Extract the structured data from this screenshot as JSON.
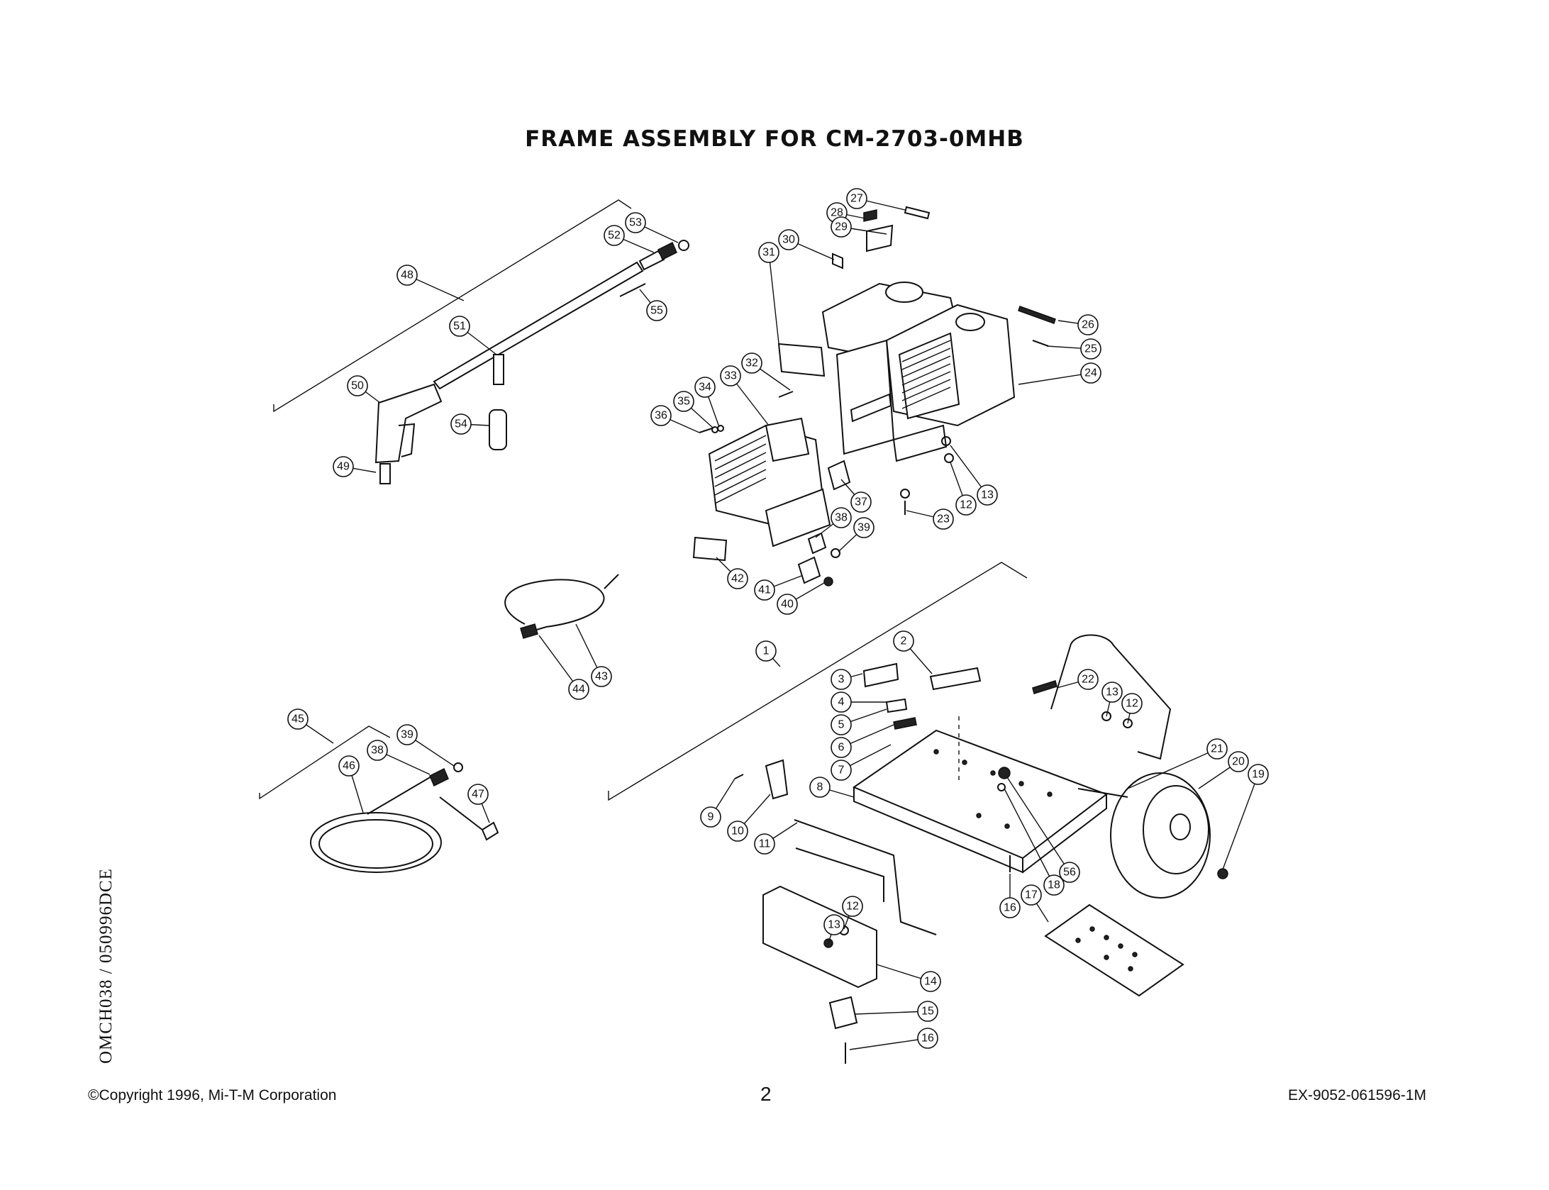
{
  "title": "FRAME ASSEMBLY FOR CM-2703-0MHB",
  "footer": {
    "copyright": "©Copyright 1996, Mi-T-M Corporation",
    "page_number": "2",
    "doc_code": "EX-9052-061596-1M"
  },
  "side_code": "OMCH038 / 050996DCE",
  "callouts": [
    "1",
    "2",
    "3",
    "4",
    "5",
    "6",
    "7",
    "8",
    "9",
    "10",
    "11",
    "12",
    "12",
    "12",
    "13",
    "13",
    "13",
    "14",
    "15",
    "16",
    "16",
    "17",
    "18",
    "19",
    "20",
    "21",
    "22",
    "23",
    "24",
    "25",
    "26",
    "27",
    "28",
    "29",
    "30",
    "31",
    "32",
    "33",
    "34",
    "35",
    "36",
    "37",
    "38",
    "38",
    "39",
    "39",
    "40",
    "41",
    "42",
    "43",
    "44",
    "45",
    "46",
    "47",
    "48",
    "49",
    "50",
    "51",
    "52",
    "53",
    "54",
    "55",
    "56"
  ]
}
